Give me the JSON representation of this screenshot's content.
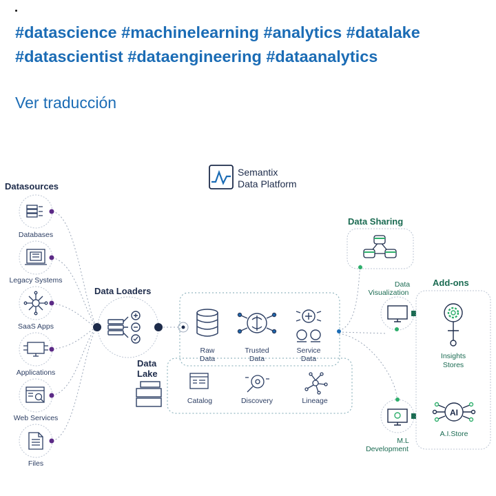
{
  "post": {
    "hashtags_line1": "#datascience #machinelearning #analytics #datalake",
    "hashtags_line2": "#datascientist #dataengineering #dataanalytics",
    "translate_link": "Ver traducción"
  },
  "diagram": {
    "brand": {
      "line1": "Semantix",
      "line2": "Data Platform"
    },
    "datasources": {
      "title": "Datasources",
      "items": [
        {
          "label": "Databases",
          "icon": "database-icon"
        },
        {
          "label": "Legacy Systems",
          "icon": "legacy-system-icon"
        },
        {
          "label": "SaaS Apps",
          "icon": "saas-apps-icon"
        },
        {
          "label": "Applications",
          "icon": "applications-icon"
        },
        {
          "label": "Web Services",
          "icon": "web-services-icon"
        },
        {
          "label": "Files",
          "icon": "files-icon"
        }
      ]
    },
    "data_loaders": {
      "title": "Data Loaders"
    },
    "data_lake": {
      "title_line1": "Data",
      "title_line2": "Lake",
      "tiers": [
        {
          "line1": "Raw",
          "line2": "Data"
        },
        {
          "line1": "Trusted",
          "line2": "Data"
        },
        {
          "line1": "Service",
          "line2": "Data"
        }
      ],
      "tools": [
        "Catalog",
        "Discovery",
        "Lineage"
      ]
    },
    "data_sharing": {
      "title": "Data Sharing"
    },
    "outputs": {
      "visualization": {
        "line1": "Data",
        "line2": "Visualization"
      },
      "ml": {
        "line1": "M.L",
        "line2": "Development"
      }
    },
    "addons": {
      "title": "Add-ons",
      "insights": {
        "line1": "Insights",
        "line2": "Stores"
      },
      "ai_store": {
        "label": "A.I.Store",
        "badge": "AI"
      }
    },
    "colors": {
      "navy": "#1d2b4a",
      "green": "#1b6b52",
      "accent_green": "#2eae6b",
      "purple": "#5b2a86",
      "blue": "#1b6cb5",
      "link_blue": "#1b6cb5"
    }
  }
}
